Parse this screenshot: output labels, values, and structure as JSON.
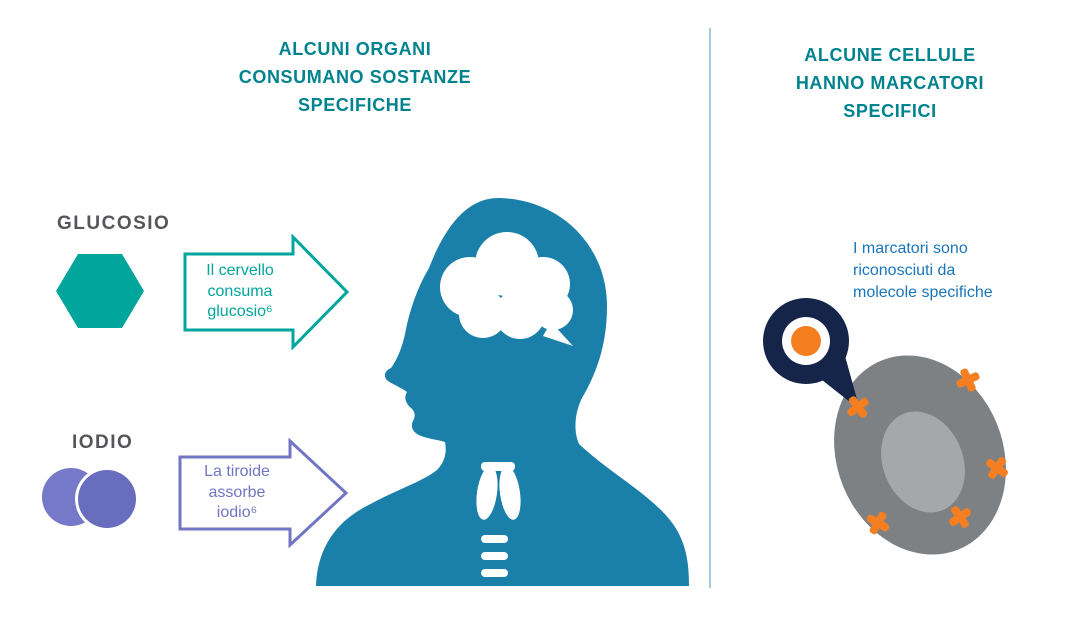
{
  "left_panel": {
    "title": "ALCUNI ORGANI\nCONSUMANO SOSTANZE\nSPECIFICHE",
    "glucose": {
      "label": "GLUCOSIO",
      "arrow_text": "Il cervello\nconsuma\nglucosio⁶"
    },
    "iodine": {
      "label": "IODIO",
      "arrow_text": "La tiroide\nassorbe\niodio⁶"
    }
  },
  "right_panel": {
    "title": "ALCUNE CELLULE\nHANNO MARCATORI\nSPECIFICI",
    "caption": "I marcatori sono\nriconosciuti da\nmolecole specifiche"
  },
  "icons": {
    "glucose": "hexagon-icon",
    "iodine": "double-circle-icon",
    "marker": "x-marker-icon",
    "recognizer": "location-pin-icon"
  },
  "colors": {
    "title_teal": "#00838f",
    "teal_accent": "#00a59b",
    "purple_accent": "#7175c4",
    "head_blue": "#1a80a9",
    "label_gray": "#55565a",
    "caption_blue": "#1a75bb",
    "cell_gray": "#7e8184",
    "nucleus_gray": "#a5a7aa",
    "marker_orange": "#f57e20",
    "pin_navy": "#152449",
    "divider_blue": "#a7cbdc"
  }
}
